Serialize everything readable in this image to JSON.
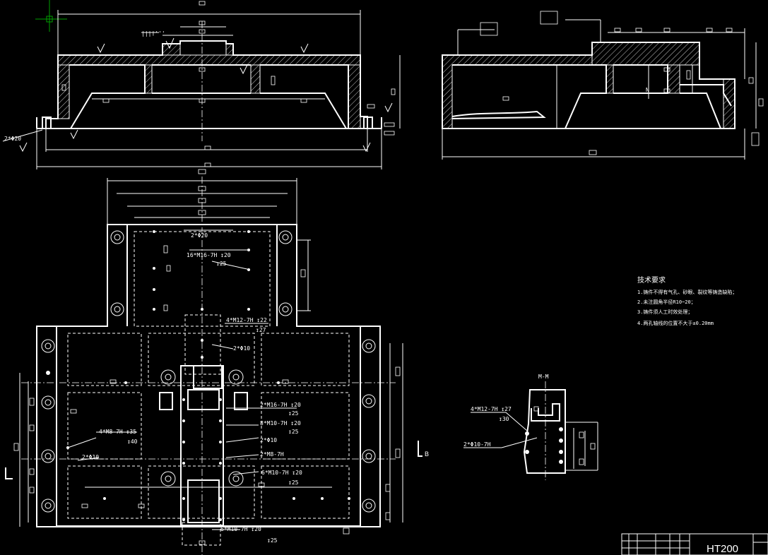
{
  "notes": {
    "title": "技术要求",
    "items": [
      "1.铸件不得有气孔、砂眼、裂纹等铸造缺陷；",
      "2.未注圆角半径R10~20；",
      "3.铸件须人工时效处理；",
      "4.两孔轴线的位置不大于±0.20mm"
    ]
  },
  "section_label": "M-M",
  "section_callouts": [
    "4*M12-7H ↧27",
    "↧30",
    "2*Φ10-7H"
  ],
  "left_callout": "2*Φ20",
  "plan_callouts": [
    "2*Φ20",
    "16*M16-7H ↧20",
    "↧25",
    "4*M12-7H ↧22",
    "↧27",
    "2*Φ10",
    "2*M16-7H ↧20",
    "↧25",
    "8*M10-7H ↧20",
    "↧25",
    "4*M8-7H ↧35",
    "↧40",
    "2*Φ10",
    "2*Φ10",
    "2*M8-7H",
    "6*M10-7H ↧20",
    "↧25",
    "6*M10-7H ↧20",
    "↧25"
  ],
  "section_arrow_label": "B",
  "title_block": {
    "material": "HT200"
  },
  "colors": {
    "background": "#000000",
    "lines": "#ffffff",
    "marker": "#00a000"
  }
}
